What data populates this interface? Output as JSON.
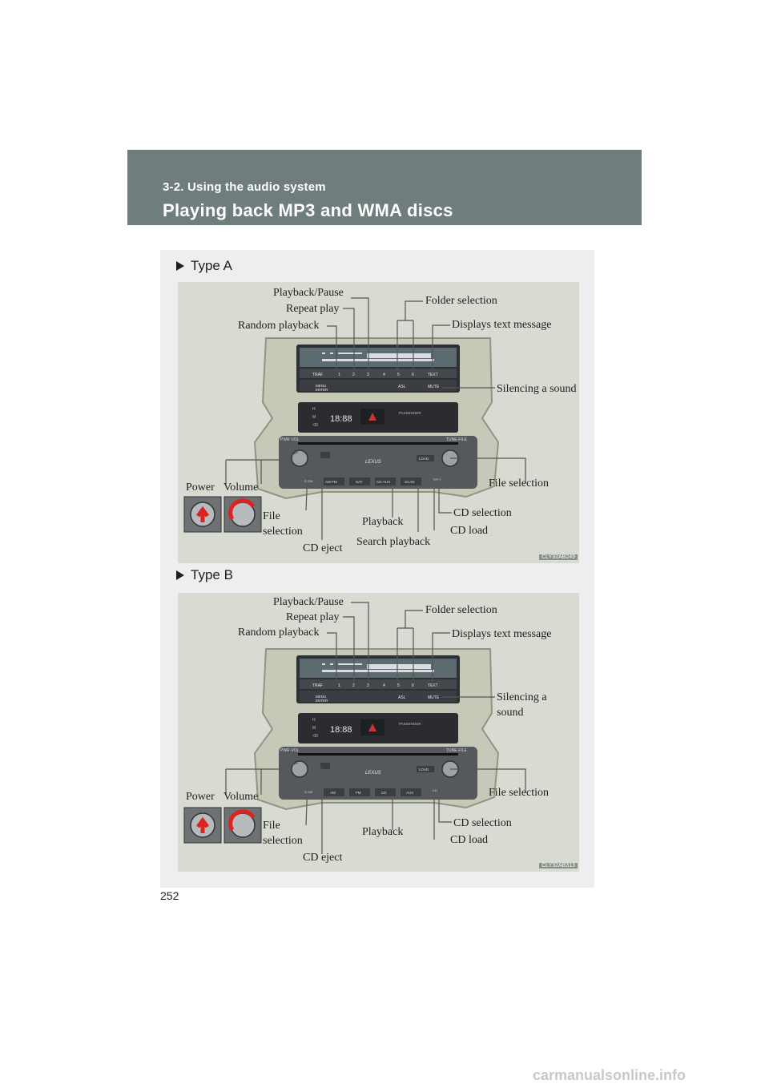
{
  "header": {
    "section": "3-2. Using the audio system",
    "title": "Playing back MP3 and WMA discs"
  },
  "page_number": "252",
  "watermark": "carmanualsonline.info",
  "figures": [
    {
      "heading": "Type A",
      "code": "CLY32AB249",
      "labels": {
        "playback_pause": "Playback/Pause",
        "repeat_play": "Repeat play",
        "random_playback": "Random playback",
        "folder_selection": "Folder selection",
        "displays_text": "Displays text message",
        "silencing": "Silencing a sound",
        "power": "Power",
        "volume": "Volume",
        "file_selection_right": "File selection",
        "file": "File",
        "selection": "selection",
        "cd_selection": "CD selection",
        "playback": "Playback",
        "cd_load": "CD load",
        "cd_eject": "CD eject",
        "search_playback": "Search playback"
      },
      "buttons": {
        "top_row": [
          "TRAF",
          "1",
          "2",
          "3",
          "4",
          "5",
          "6",
          "TEXT"
        ],
        "second_row": [
          "MENU ENTER",
          "ASL",
          "MUTE"
        ],
        "bottom_row": [
          "AM·FM",
          "SAT",
          "CD·AUX",
          "SCAN"
        ],
        "knob_left": "PWR·VOL",
        "knob_right": "TUNE·FILE",
        "seek": "SEEK TRACK",
        "disc": "TYPE DISC",
        "load": "LOAD",
        "clock": "18:88",
        "passenger": "PASSENGER",
        "hmm": [
          "H",
          "M",
          ":00"
        ]
      }
    },
    {
      "heading": "Type B",
      "code": "CLY32AB313",
      "labels": {
        "playback_pause": "Playback/Pause",
        "repeat_play": "Repeat play",
        "random_playback": "Random playback",
        "folder_selection": "Folder selection",
        "displays_text": "Displays text message",
        "silencing_1": "Silencing a",
        "silencing_2": "sound",
        "power": "Power",
        "volume": "Volume",
        "file_selection_right": "File selection",
        "file": "File",
        "selection": "selection",
        "cd_selection": "CD selection",
        "playback": "Playback",
        "cd_load": "CD load",
        "cd_eject": "CD eject"
      },
      "buttons": {
        "top_row": [
          "TRAF",
          "1",
          "2",
          "3",
          "4",
          "5",
          "6",
          "TEXT"
        ],
        "second_row": [
          "MENU ENTER",
          "ASL",
          "MUTE"
        ],
        "bottom_row": [
          "AM",
          "FM",
          "CD",
          "AUX"
        ],
        "knob_left": "PWR·VOL",
        "knob_right": "TUNE·FILE",
        "seek": "SEEK TRACK",
        "disc": "CH DISC",
        "load": "LOAD",
        "clock": "18:88",
        "passenger": "PASSENGER",
        "hmm": [
          "H",
          "M",
          ":00"
        ]
      }
    }
  ]
}
